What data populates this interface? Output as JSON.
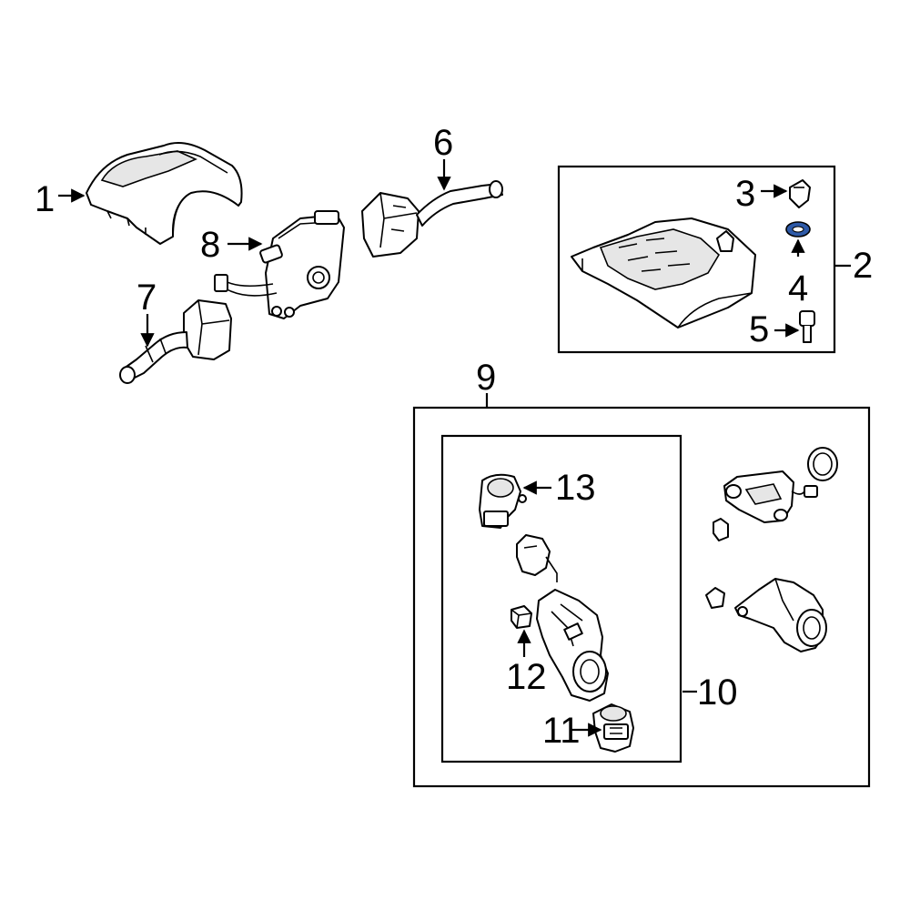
{
  "diagram": {
    "callouts": [
      {
        "id": "c1",
        "label": "1"
      },
      {
        "id": "c2",
        "label": "2"
      },
      {
        "id": "c3",
        "label": "3"
      },
      {
        "id": "c4",
        "label": "4"
      },
      {
        "id": "c5",
        "label": "5"
      },
      {
        "id": "c6",
        "label": "6"
      },
      {
        "id": "c7",
        "label": "7"
      },
      {
        "id": "c8",
        "label": "8"
      },
      {
        "id": "c9",
        "label": "9"
      },
      {
        "id": "c10",
        "label": "10"
      },
      {
        "id": "c11",
        "label": "11"
      },
      {
        "id": "c12",
        "label": "12"
      },
      {
        "id": "c13",
        "label": "13"
      }
    ],
    "highlight_color": "#2e5aa8"
  }
}
